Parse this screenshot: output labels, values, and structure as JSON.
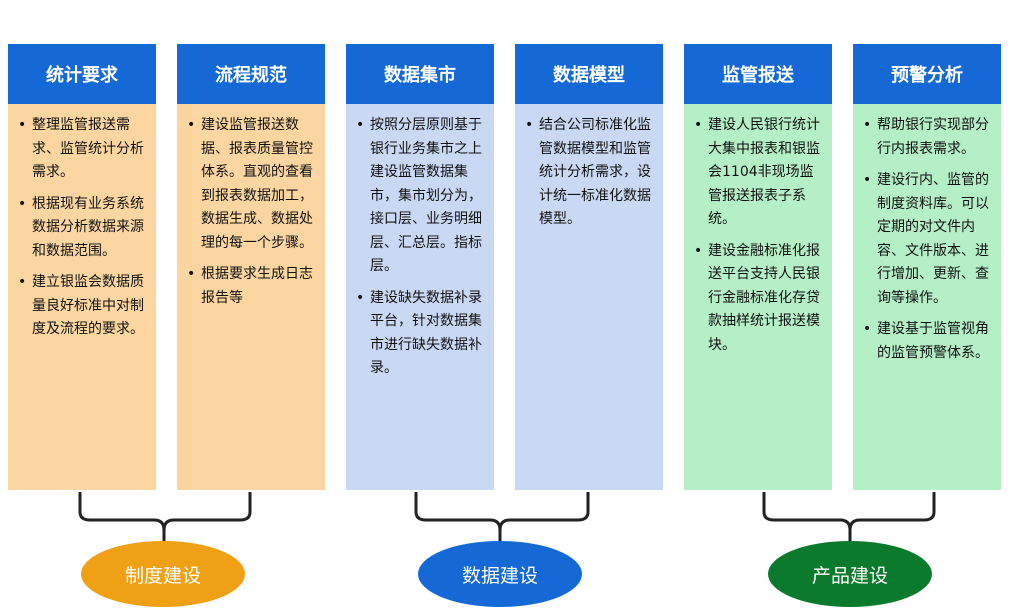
{
  "cards": [
    {
      "title": "统计要求",
      "color": "orange",
      "items": [
        "整理监管报送需求、监管统计分析需求。",
        "根据现有业务系统数据分析数据来源和数据范围。",
        "建立银监会数据质量良好标准中对制度及流程的要求。"
      ]
    },
    {
      "title": "流程规范",
      "color": "orange",
      "items": [
        "建设监管报送数据、报表质量管控体系。直观的查看到报表数据加工，数据生成、数据处理的每一个步骤。",
        "根据要求生成日志报告等"
      ]
    },
    {
      "title": "数据集市",
      "color": "blue",
      "items": [
        "按照分层原则基于银行业务集市之上建设监管数据集市，集市划分为，接口层、业务明细层、汇总层。指标层。",
        "建设缺失数据补录平台，针对数据集市进行缺失数据补录。"
      ]
    },
    {
      "title": "数据模型",
      "color": "blue",
      "items": [
        "结合公司标准化监管数据模型和监管统计分析需求，设计统一标准化数据模型。"
      ]
    },
    {
      "title": "监管报送",
      "color": "green",
      "items": [
        "建设人民银行统计大集中报表和银监会1104非现场监管报送报表子系统。",
        "建设金融标准化报送平台支持人民银行金融标准化存贷款抽样统计报送模块。"
      ]
    },
    {
      "title": "预警分析",
      "color": "green",
      "items": [
        "帮助银行实现部分行内报表需求。",
        "建设行内、监管的制度资料库。可以定期的对文件内容、文件版本、进行增加、更新、查询等操作。",
        "建设基于监管视角的监管预警体系。"
      ]
    }
  ],
  "groups": [
    {
      "label": "制度建设",
      "color": "#f0a015"
    },
    {
      "label": "数据建设",
      "color": "#1469d6"
    },
    {
      "label": "产品建设",
      "color": "#0b7a2d"
    }
  ]
}
